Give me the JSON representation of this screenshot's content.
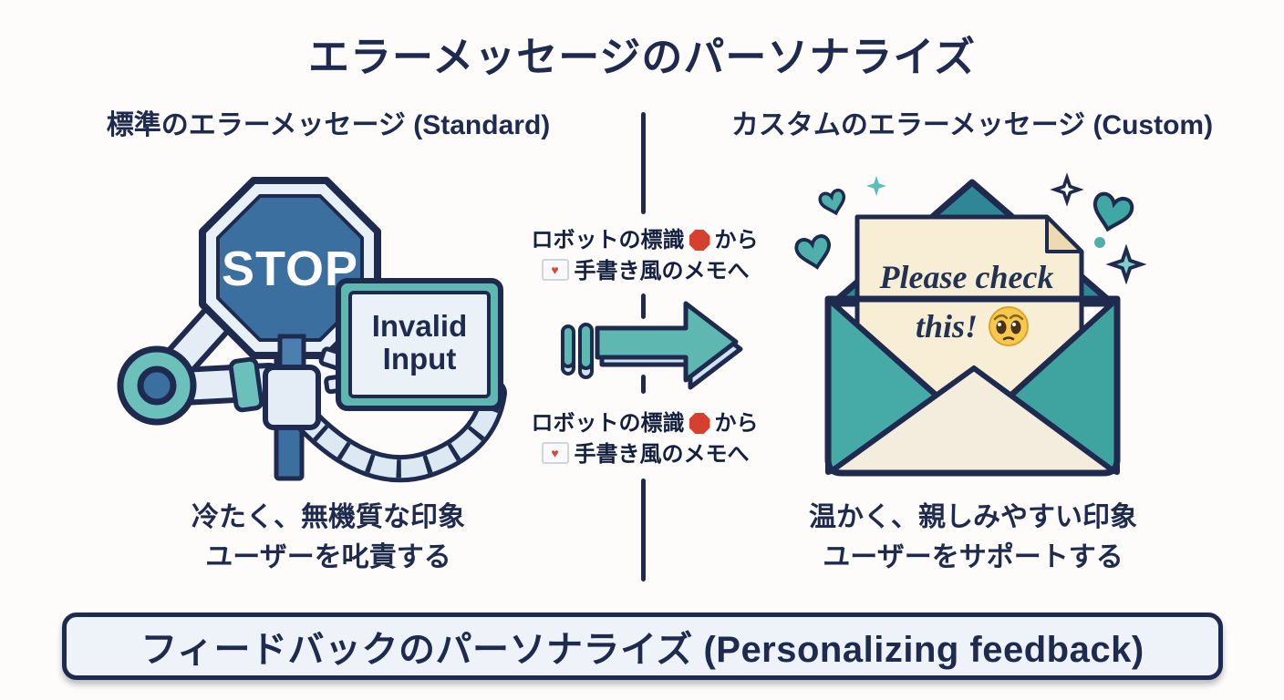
{
  "title": "エラーメッセージのパーソナライズ",
  "left": {
    "header": "標準のエラーメッセージ (Standard)",
    "stop_sign_label": "STOP",
    "board_line1": "Invalid",
    "board_line2": "Input",
    "caption_line1": "冷たく、無機質な印象",
    "caption_line2": "ユーザーを叱責する"
  },
  "right": {
    "header": "カスタムのエラーメッセージ (Custom)",
    "note_line1": "Please check",
    "note_line2": "this!",
    "caption_line1": "温かく、親しみやすい印象",
    "caption_line2": "ユーザーをサポートする"
  },
  "transition": {
    "label_line1_before": "ロボットの標識",
    "label_line1_after": "から",
    "label_line2_after": "手書き風のメモへ"
  },
  "footer": {
    "banner": "フィードバックのパーソナライズ (Personalizing feedback)"
  },
  "icons": {
    "stop_octagon": "red-stop-octagon-emoji",
    "love_letter": "envelope-with-heart-emoji",
    "pleading_face": "pleading-face-emoji",
    "arrow": "right-arrow",
    "hearts": "teal-hearts",
    "sparkles": "teal-sparkles"
  },
  "colors": {
    "navy": "#1e2b4f",
    "teal": "#4fb0ab",
    "dark_teal": "#2f8796",
    "sign_blue": "#3b6fa0",
    "cream": "#f8eed6",
    "light_blue": "#e4edf5",
    "stop_red": "#d6402e",
    "banner_bg": "#eef3f9"
  }
}
